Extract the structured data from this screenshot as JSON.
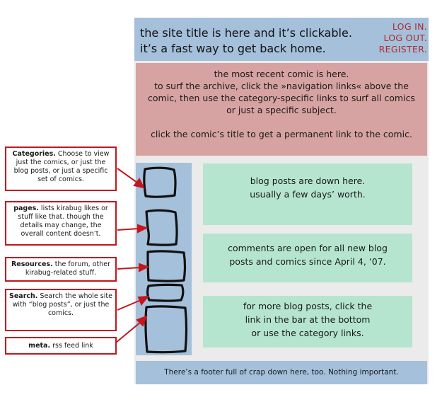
{
  "header": {
    "site_title_line1": "the site title is here and it’s clickable.",
    "site_title_line2": "it’s a fast way to get back home.",
    "login": "LOG IN.",
    "logout": "LOG OUT.",
    "register": "REGISTER."
  },
  "comic": {
    "line1": "the most recent comic is here.",
    "line2": "to surf the archive, click the »navigation links« above the",
    "line3": "comic, then use the category-specific links to surf all comics",
    "line4": "or just a specific subject.",
    "line5": "click the comic’s title to get a permanent link to the comic."
  },
  "posts": {
    "p1_line1": "blog posts are down here.",
    "p1_line2": "usually a few days’ worth.",
    "p2_line1": "comments are open for all new blog",
    "p2_line2": "posts and comics since April 4, ‘07.",
    "p3_line1": "for more blog posts, click the",
    "p3_line2": "link in the bar at the bottom",
    "p3_line3": "or use the category links."
  },
  "footer": {
    "text": "There’s a footer full of crap down here, too. Nothing important."
  },
  "callouts": {
    "categories_title": "Categories.",
    "categories_text": " Choose to view just the comics, or just the blog posts, or just a specific set of comics.",
    "pages_title": "pages.",
    "pages_text": " lists kirabug likes or stuff like that. though the details may change, the overall content doesn’t.",
    "resources_title": "Resources.",
    "resources_text": " the forum, other kirabug-related stuff.",
    "search_title": "Search.",
    "search_text": " Search the whole site with “blog posts”, or just the comics.",
    "meta_title": "meta.",
    "meta_text": " rss feed link"
  },
  "colors": {
    "header_blue": "#a4c0db",
    "comic_pink": "#d7a3a2",
    "post_green": "#b5e5cf",
    "callout_red": "#c4161c",
    "auth_red": "#b3282d"
  }
}
